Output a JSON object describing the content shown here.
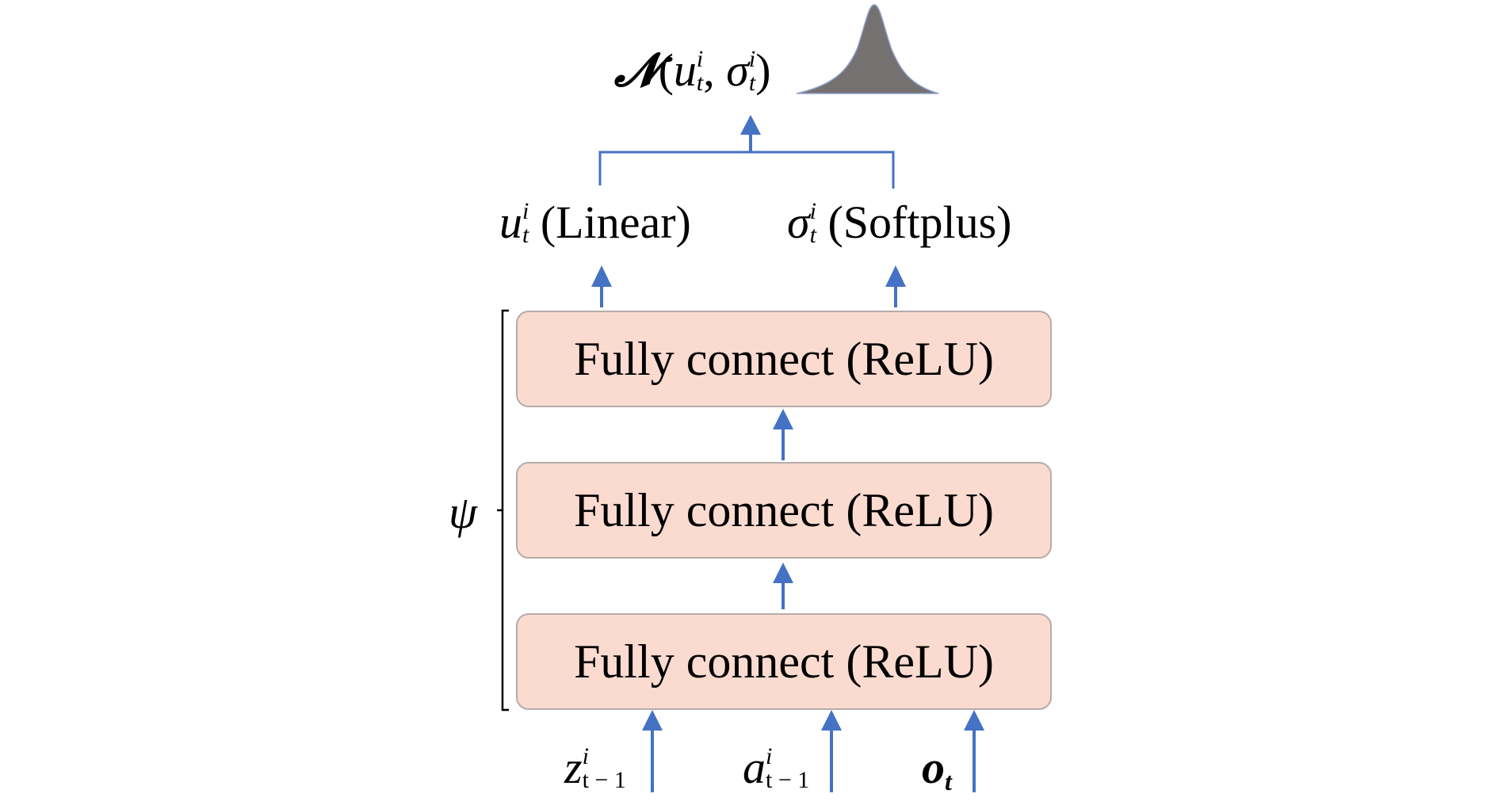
{
  "title": {
    "distribution_symbol": "𝓝",
    "open": "(",
    "mean": "u",
    "sep": ", ",
    "std": "σ",
    "close": ")",
    "superscript": "i",
    "subscript": "t"
  },
  "outputs": [
    {
      "symbol": "u",
      "superscript": "i",
      "subscript": "t",
      "activation": "(Linear)"
    },
    {
      "symbol": "σ",
      "superscript": "i",
      "subscript": "t",
      "activation": "(Softplus)"
    }
  ],
  "layers": [
    {
      "label": "Fully connect (ReLU)"
    },
    {
      "label": "Fully connect (ReLU)"
    },
    {
      "label": "Fully connect (ReLU)"
    }
  ],
  "bracket_label": "ψ",
  "inputs": [
    {
      "symbol": "z",
      "superscript": "i",
      "subscript": "t − 1",
      "bold": false
    },
    {
      "symbol": "a",
      "superscript": "i",
      "subscript": "t − 1",
      "bold": false
    },
    {
      "symbol": "o",
      "superscript": "",
      "subscript": "t",
      "bold": true
    }
  ],
  "colors": {
    "arrow": "#4472c4",
    "box_fill": "#fbdbd0",
    "box_border": "#b5acaa",
    "gaussian_fill": "#767171"
  }
}
